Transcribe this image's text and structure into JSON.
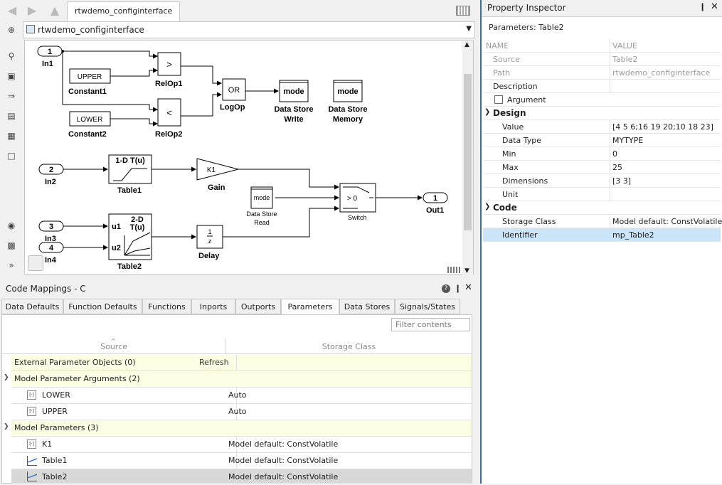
{
  "window": {
    "model_tab": "rtwdemo_configinterface",
    "address": "rtwdemo_configinterface"
  },
  "diagram": {
    "blocks": {
      "in1": {
        "num": "1",
        "label": "In1"
      },
      "constant1": {
        "text": "UPPER",
        "label": "Constant1"
      },
      "relop1": {
        "text": ">",
        "label": "RelOp1"
      },
      "constant2": {
        "text": "LOWER",
        "label": "Constant2"
      },
      "relop2": {
        "text": "<",
        "label": "RelOp2"
      },
      "logop": {
        "text": "OR",
        "label": "LogOp"
      },
      "dsw": {
        "text": "mode",
        "label1": "Data Store",
        "label2": "Write"
      },
      "dsm": {
        "text": "mode",
        "label1": "Data Store",
        "label2": "Memory"
      },
      "in2": {
        "num": "2",
        "label": "In2"
      },
      "table1": {
        "text": "1-D T(u)",
        "label": "Table1"
      },
      "gain": {
        "text": "K1",
        "label": "Gain"
      },
      "dsr": {
        "text": "mode",
        "label1": "Data Store",
        "label2": "Read"
      },
      "switch": {
        "text": "> 0",
        "label": "Switch"
      },
      "out1": {
        "num": "1",
        "label": "Out1"
      },
      "in3": {
        "num": "3",
        "label": "In3"
      },
      "in4": {
        "num": "4",
        "label": "In4"
      },
      "table2": {
        "text1": "2-D",
        "text2": "T(u)",
        "port1": "u1",
        "port2": "u2",
        "label": "Table2"
      },
      "delay": {
        "num": "1",
        "den": "z",
        "label": "Delay"
      }
    }
  },
  "code_mappings": {
    "title": "Code Mappings - C",
    "tabs": [
      "Data Defaults",
      "Function Defaults",
      "Functions",
      "Inports",
      "Outports",
      "Parameters",
      "Data Stores",
      "Signals/States"
    ],
    "active_tab": "Parameters",
    "filter_placeholder": "Filter contents",
    "columns": {
      "source": "Source",
      "storage_class": "Storage Class"
    },
    "rows": [
      {
        "type": "group",
        "name": "External Parameter Objects (0)",
        "action": "Refresh"
      },
      {
        "type": "group",
        "name": "Model Parameter Arguments (2)"
      },
      {
        "type": "item",
        "icon": "parameter-icon",
        "name": "LOWER",
        "value": "Auto"
      },
      {
        "type": "item",
        "icon": "parameter-icon",
        "name": "UPPER",
        "value": "Auto"
      },
      {
        "type": "group",
        "name": "Model Parameters (3)"
      },
      {
        "type": "item",
        "icon": "parameter-icon",
        "name": "K1",
        "value": "Model default: ConstVolatile"
      },
      {
        "type": "item",
        "icon": "lookup-table-icon",
        "name": "Table1",
        "value": "Model default: ConstVolatile"
      },
      {
        "type": "item",
        "icon": "lookup-table-icon",
        "name": "Table2",
        "value": "Model default: ConstVolatile",
        "selected": true
      }
    ]
  },
  "inspector": {
    "title": "Property Inspector",
    "subtitle": "Parameters: Table2",
    "header": {
      "name": "NAME",
      "value": "VALUE"
    },
    "rows": [
      {
        "kind": "plain",
        "name": "Source",
        "value": "Table2",
        "muted": true
      },
      {
        "kind": "plain",
        "name": "Path",
        "value": "rtwdemo_configinterface",
        "muted": true
      },
      {
        "kind": "plain",
        "name": "Description",
        "value": ""
      },
      {
        "kind": "check",
        "name": "Argument",
        "checked": false
      },
      {
        "kind": "section",
        "name": "Design"
      },
      {
        "kind": "sub",
        "name": "Value",
        "value": "[4 5 6;16 19 20;10 18 23]"
      },
      {
        "kind": "sub",
        "name": "Data Type",
        "value": "MYTYPE"
      },
      {
        "kind": "sub",
        "name": "Min",
        "value": "0"
      },
      {
        "kind": "sub",
        "name": "Max",
        "value": "25"
      },
      {
        "kind": "sub",
        "name": "Dimensions",
        "value": "[3 3]"
      },
      {
        "kind": "sub",
        "name": "Unit",
        "value": ""
      },
      {
        "kind": "section",
        "name": "Code"
      },
      {
        "kind": "sub",
        "name": "Storage Class",
        "value": "Model default: ConstVolatile"
      },
      {
        "kind": "sub",
        "name": "Identifier",
        "value": "mp_Table2",
        "selected": true
      }
    ]
  }
}
